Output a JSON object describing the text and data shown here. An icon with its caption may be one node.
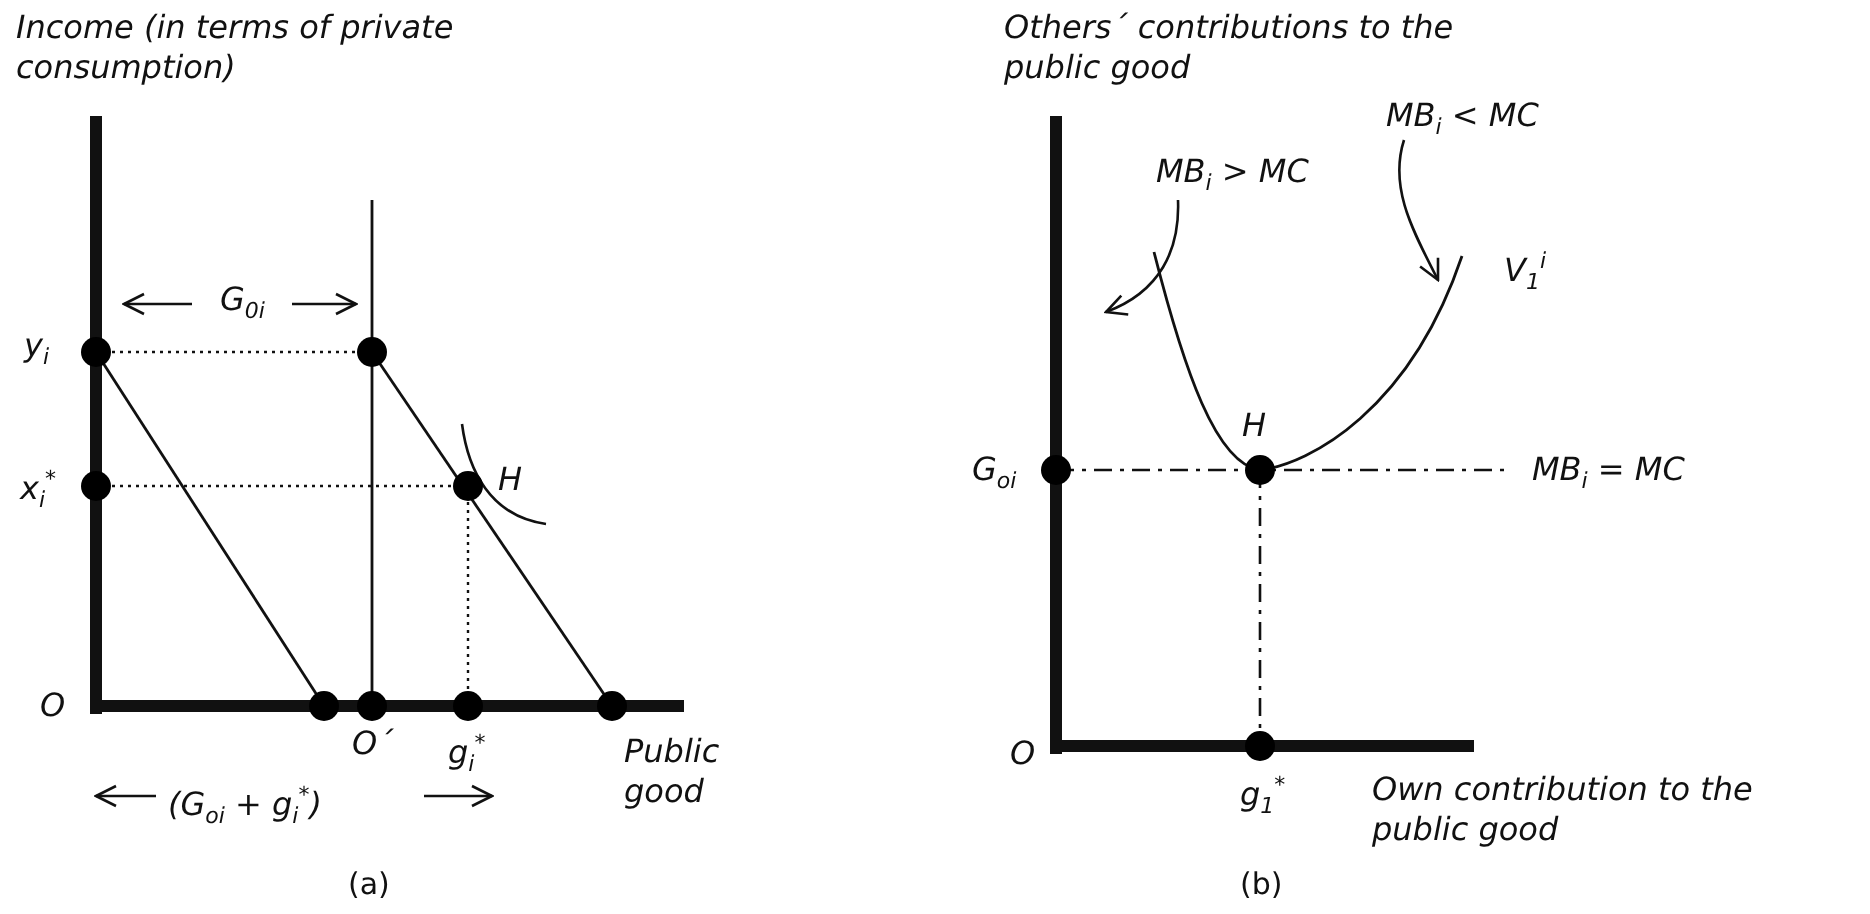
{
  "diagram": {
    "nodes": [
      {
        "text": [
          "MB$_{i}$ > MC"
        ]
      },
      {
        "text": [
          "MB$_{i}$ < MC"
        ]
      }
    ],
    "edges": [
      {
        "from": 0,
        "to": null,
        "arrow": "to"
      },
      {
        "from": 1,
        "to": null,
        "arrow": "to"
      }
    ],
    "labels": [
      "Income (in terms of private consumption)",
      "G$_{0i}$",
      "y$_{i}$",
      "x$_{i}$$^{*}$",
      "H",
      "O",
      "O´",
      "g$_{i}$$^{*}$",
      "Public good",
      "(G$_{oi}$ + g$_{i}$$^{*}$)",
      "(a)",
      "Others´ contributions to the public good",
      "V$_{1}$$^{i}$",
      "H",
      "G$_{oi}$",
      "MB$_{i}$ = MC",
      "O",
      "g$_{1}$$^{*}$",
      "Own contribution to the public good",
      "(b)"
    ]
  }
}
